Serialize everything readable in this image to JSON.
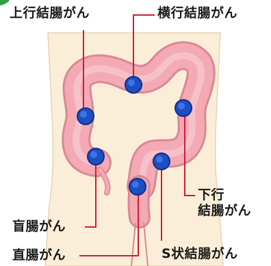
{
  "labels": {
    "ascending": "上行結腸がん",
    "transverse": "横行結腸がん",
    "descending_line1": "下行",
    "descending_line2": "結腸がん",
    "cecum": "盲腸がん",
    "rectum": "直腸がん",
    "sigmoid": "S状結腸がん"
  },
  "colors": {
    "body": "#fbeed8",
    "colon": "#f3aab4",
    "colon_edge": "#d98894",
    "marker": "#1d4fc2",
    "leader_line": "#d21a34",
    "accent_green": "#2ea04a"
  }
}
